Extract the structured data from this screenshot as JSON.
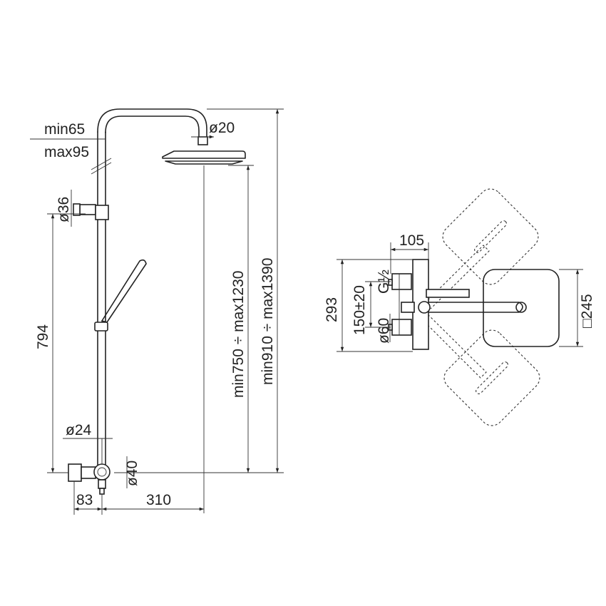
{
  "left_view": {
    "labels": {
      "min_offset": "min65",
      "max_offset": "max95",
      "pipe_diameter": "ø20",
      "bracket_diameter": "ø36",
      "height_794": "794",
      "adjust_range_1": "min750 ÷ max1230",
      "adjust_range_2": "min910 ÷ max1390",
      "connector_diameter": "ø24",
      "valve_diameter": "ø40",
      "width_83": "83",
      "width_310": "310"
    }
  },
  "right_view": {
    "labels": {
      "width_105": "105",
      "height_293": "293",
      "center_distance": "150±20",
      "thread": "G½",
      "knob_diameter": "ø60",
      "head_size": "□245"
    }
  }
}
